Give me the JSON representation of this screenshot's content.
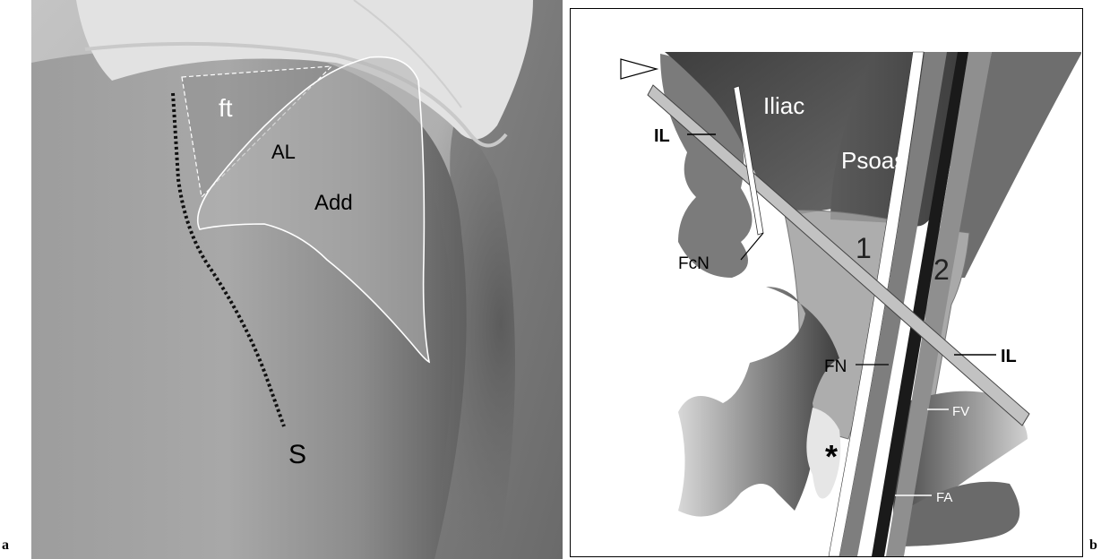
{
  "figure": {
    "panel_a_letter": "a",
    "panel_b_letter": "b"
  },
  "photo": {
    "labels": {
      "ft": "ft",
      "al": "AL",
      "add": "Add",
      "s": "S"
    }
  },
  "diagram": {
    "labels": {
      "iliac": "Iliac",
      "psoas": "Psoas",
      "il_upper": "IL",
      "il_lower": "IL",
      "fcn": "FcN",
      "compartment_1": "1",
      "compartment_2": "2",
      "fn": "FN",
      "fv": "FV",
      "fa": "FA",
      "asterisk": "*"
    }
  },
  "colors": {
    "skin_light": "#a4a4a4",
    "skin_dark": "#6e6e6e",
    "muscle_dark": "#4a4a4a",
    "muscle_mid": "#777777",
    "ligament": "#b8b8b8",
    "vessel_black": "#1a1a1a"
  }
}
